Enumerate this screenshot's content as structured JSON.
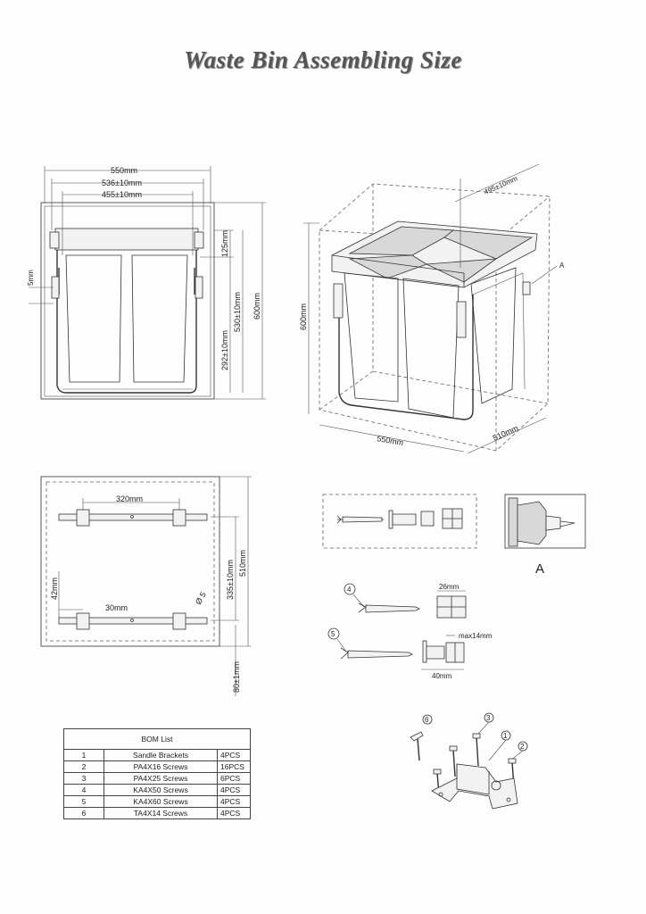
{
  "title": "Waste Bin Assembling Size",
  "front_view": {
    "dim_overall_width": "550mm",
    "dim_frame_width": "536±10mm",
    "dim_inner_width": "455±10mm",
    "dim_top": "125mm",
    "dim_mid": "530±10mm",
    "dim_height": "600mm",
    "dim_lower": "292±10mm",
    "dim_side": "5mm"
  },
  "iso_view": {
    "dim_depth_top": "495±10mm",
    "dim_height": "600mm",
    "dim_width": "550mm",
    "dim_depth": "510mm",
    "callout": "A"
  },
  "plan_view": {
    "dim_bracket_span": "320mm",
    "dim_offset": "30mm",
    "dim_hole": "Ø 5",
    "dim_left": "42mm",
    "dim_spacing": "335±10mm",
    "dim_depth": "510mm",
    "dim_bottom": "80±1mm"
  },
  "detail": {
    "label": "A"
  },
  "screws": {
    "num4": "4",
    "num5": "5",
    "dim_cap": "26mm",
    "dim_max": "max14mm",
    "dim_len": "40mm"
  },
  "assembly": {
    "num1": "1",
    "num2": "2",
    "num3": "3",
    "num6": "6"
  },
  "bom": {
    "header": "BOM List",
    "rows": [
      {
        "no": "1",
        "name": "Sandle Brackets",
        "qty": "4PCS"
      },
      {
        "no": "2",
        "name": "PA4X16 Screws",
        "qty": "16PCS"
      },
      {
        "no": "3",
        "name": "PA4X25 Screws",
        "qty": "6PCS"
      },
      {
        "no": "4",
        "name": "KA4X50 Screws",
        "qty": "4PCS"
      },
      {
        "no": "5",
        "name": "KA4X60 Screws",
        "qty": "4PCS"
      },
      {
        "no": "6",
        "name": "TA4X14 Screws",
        "qty": "4PCS"
      }
    ]
  }
}
